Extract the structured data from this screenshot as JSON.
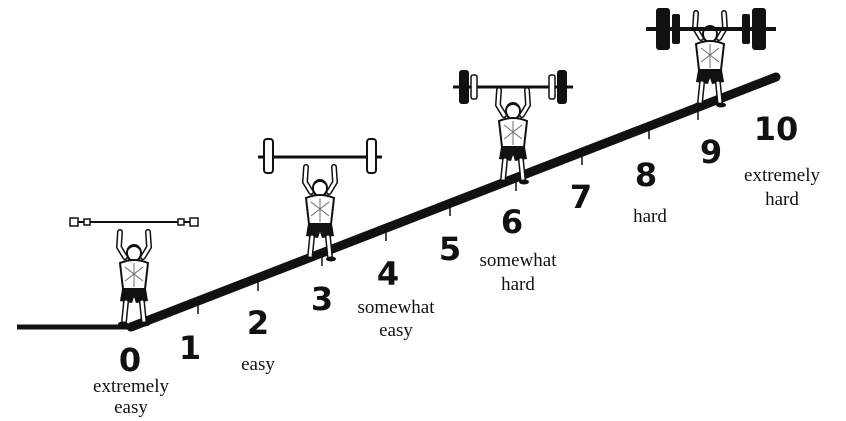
{
  "scale": {
    "levels": [
      {
        "number": "0",
        "label_lines": [
          "extremely",
          "easy"
        ]
      },
      {
        "number": "1",
        "label_lines": []
      },
      {
        "number": "2",
        "label_lines": [
          "easy"
        ]
      },
      {
        "number": "3",
        "label_lines": []
      },
      {
        "number": "4",
        "label_lines": [
          "somewhat",
          "easy"
        ]
      },
      {
        "number": "5",
        "label_lines": []
      },
      {
        "number": "6",
        "label_lines": [
          "somewhat",
          "hard"
        ]
      },
      {
        "number": "7",
        "label_lines": []
      },
      {
        "number": "8",
        "label_lines": [
          "hard"
        ]
      },
      {
        "number": "9",
        "label_lines": []
      },
      {
        "number": "10",
        "label_lines": [
          "extremely",
          "hard"
        ]
      }
    ],
    "lifters": [
      {
        "at_level": "0",
        "weight": "very light"
      },
      {
        "at_level": "3",
        "weight": "light"
      },
      {
        "at_level": "6",
        "weight": "heavy"
      },
      {
        "at_level": "9",
        "weight": "very heavy"
      }
    ],
    "colors": {
      "ink": "#111111",
      "background": "#ffffff"
    }
  }
}
